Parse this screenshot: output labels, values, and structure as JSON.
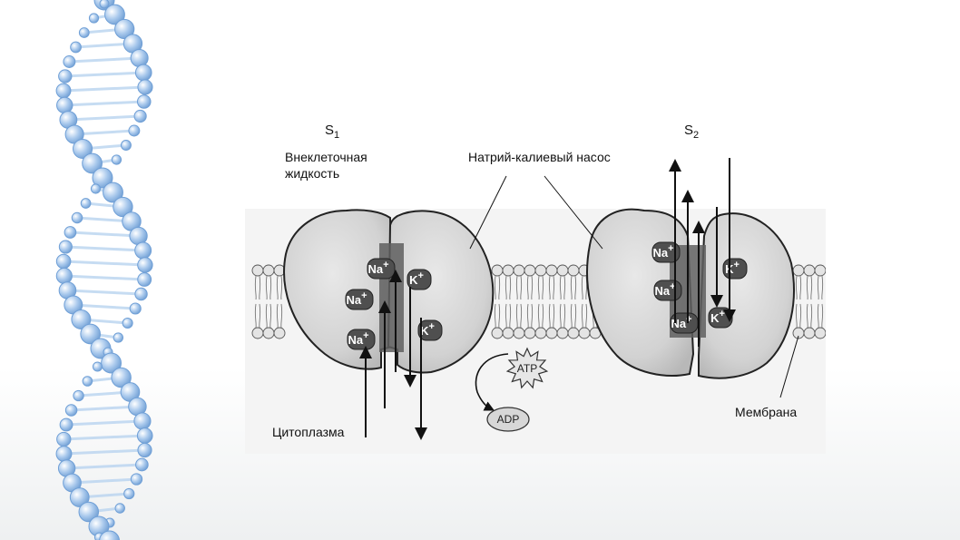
{
  "labels": {
    "s1_letter": "S",
    "s1_sub": "1",
    "s2_letter": "S",
    "s2_sub": "2",
    "extracellular_line1": "Внеклеточная",
    "extracellular_line2": "жидкость",
    "pump": "Натрий-калиевый насос",
    "cytoplasm": "Цитоплазма",
    "membrane": "Мембрана",
    "atp": "ATP",
    "adp": "ADP"
  },
  "ions": {
    "na": "Na",
    "k": "K",
    "plus": "+"
  },
  "colors": {
    "protein_fill": "#d6d6d6",
    "channel_fill": "#6a6a6a",
    "bead_fill": "#e4e4e4",
    "dna_blue": "#a8c8ec"
  }
}
